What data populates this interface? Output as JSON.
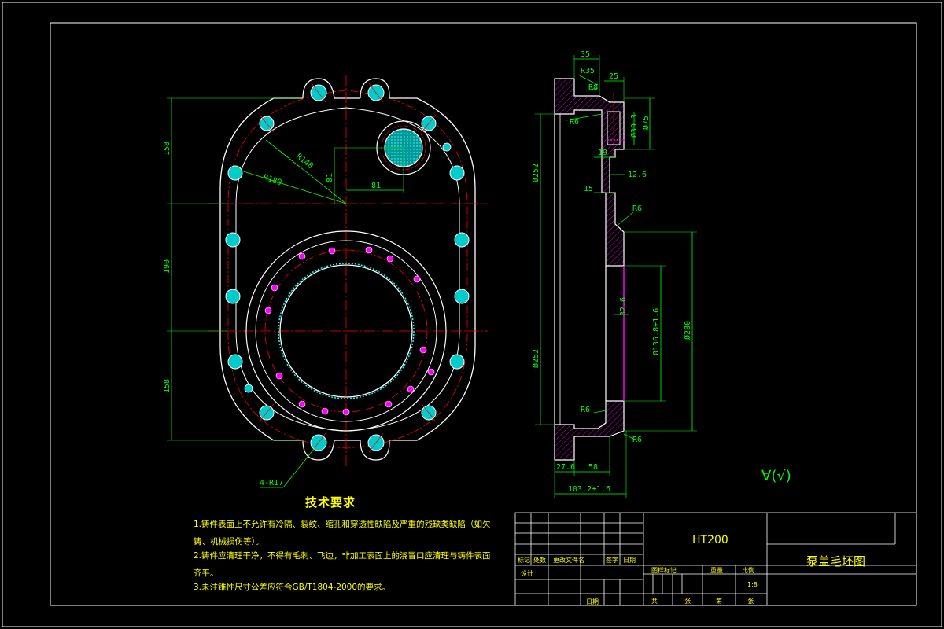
{
  "drawing": {
    "title": "泵盖毛坯图",
    "material": "HT200",
    "scale": "1:8",
    "roughness_symbol": "∀(√)"
  },
  "colors": {
    "background": "#000000",
    "outline": "#ffffff",
    "dimension": "#00ff00",
    "centerline": "#ff0000",
    "hatch": "#ff00ff",
    "hole_fill": "#00ffff",
    "text": "#ffff00"
  },
  "front_view": {
    "dimensions": [
      "158",
      "190",
      "158",
      "R148",
      "R180",
      "81",
      "81",
      "4-R17"
    ]
  },
  "side_view": {
    "dimensions": [
      "35",
      "R35",
      "25",
      "R8",
      "R6",
      "Ø39.3",
      "Ø75",
      "19",
      "12.6",
      "Ø252",
      "15",
      "R6",
      "32.6",
      "Ø136.8±1.6",
      "Ø280",
      "Ø252",
      "R6",
      "R6",
      "27.6",
      "58",
      "103.2±1.6"
    ]
  },
  "technical_requirements": {
    "heading": "技术要求",
    "items": [
      "1.铸件表面上不允许有冷隔、裂纹、缩孔和穿透性缺陷及严重的残缺类缺陷（如欠",
      "铸、机械损伤等）。",
      "2.铸件应清理干净，不得有毛刺、飞边，非加工表面上的浇冒口应清理与铸件表面",
      "齐平。",
      "3.未注锥性尺寸公差应符合GB/T1804-2000的要求。"
    ]
  },
  "title_block": {
    "headers": [
      "标记",
      "处数",
      "更改文件名",
      "签字",
      "日期"
    ],
    "roles": [
      "设计",
      "日期"
    ],
    "meta_labels": [
      "图样标记",
      "重量",
      "比例"
    ],
    "bottom_labels": [
      "共",
      "张",
      "第",
      "张"
    ]
  }
}
